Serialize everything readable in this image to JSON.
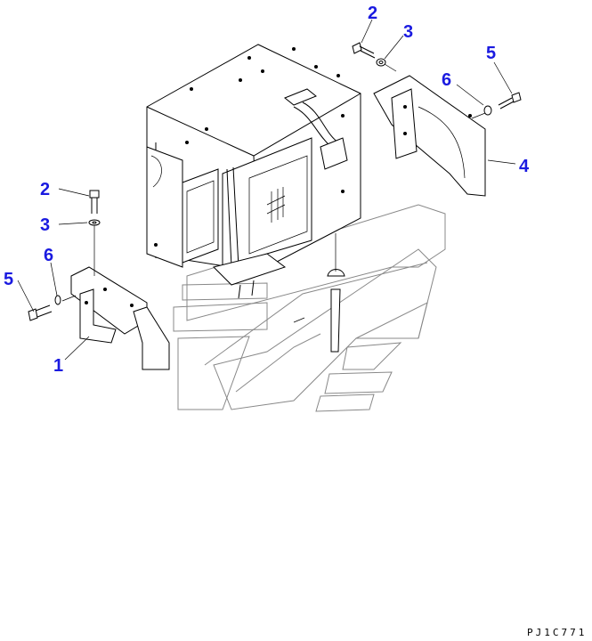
{
  "callouts": [
    {
      "id": "1",
      "label": "1"
    },
    {
      "id": "2a",
      "label": "2"
    },
    {
      "id": "2b",
      "label": "2"
    },
    {
      "id": "3a",
      "label": "3"
    },
    {
      "id": "3b",
      "label": "3"
    },
    {
      "id": "4",
      "label": "4"
    },
    {
      "id": "5a",
      "label": "5"
    },
    {
      "id": "5b",
      "label": "5"
    },
    {
      "id": "6a",
      "label": "6"
    },
    {
      "id": "6b",
      "label": "6"
    }
  ],
  "drawing_code": "PJ1C771",
  "colors": {
    "callout": "#1a1ae0",
    "line": "#000000",
    "floor": "#888888"
  }
}
